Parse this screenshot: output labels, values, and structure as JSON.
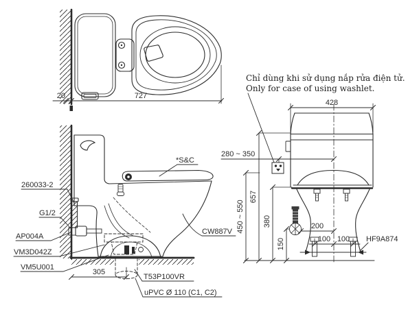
{
  "colors": {
    "line": "#2b2b2b",
    "background": "#ffffff"
  },
  "note": {
    "vietnamese": "Chỉ dùng khi sử dụng nắp rửa điện tử.",
    "english": "Only for case of using washlet."
  },
  "top_view": {
    "wall_gap": "20",
    "total_length": "727"
  },
  "side_view": {
    "part_labels": {
      "supply_hose": "260033-2",
      "thread_size": "G1/2",
      "stop_valve": "AP004A",
      "gasket": "VM3D042Z",
      "flange": "VM5U001",
      "seat_note": "*S&C",
      "model": "CW887V",
      "drain_joint": "T53P100VR",
      "drain_pipe": "uPVC Ø 110 (C1, C2)"
    },
    "drain_offset": "305"
  },
  "front_view": {
    "width": "428",
    "outlet_horizontal": "280 ~ 350",
    "outlet_height": "450 ~ 550",
    "tank_height": "657",
    "rim_height": "380",
    "supply_height": "150",
    "supply_offset": "200",
    "bolt_left": "100",
    "bolt_right": "100",
    "bolt_cap": "HF9A874"
  },
  "icons": {
    "power_outlet": "outlet-symbol",
    "water_supply": "supply-valve-symbol"
  }
}
